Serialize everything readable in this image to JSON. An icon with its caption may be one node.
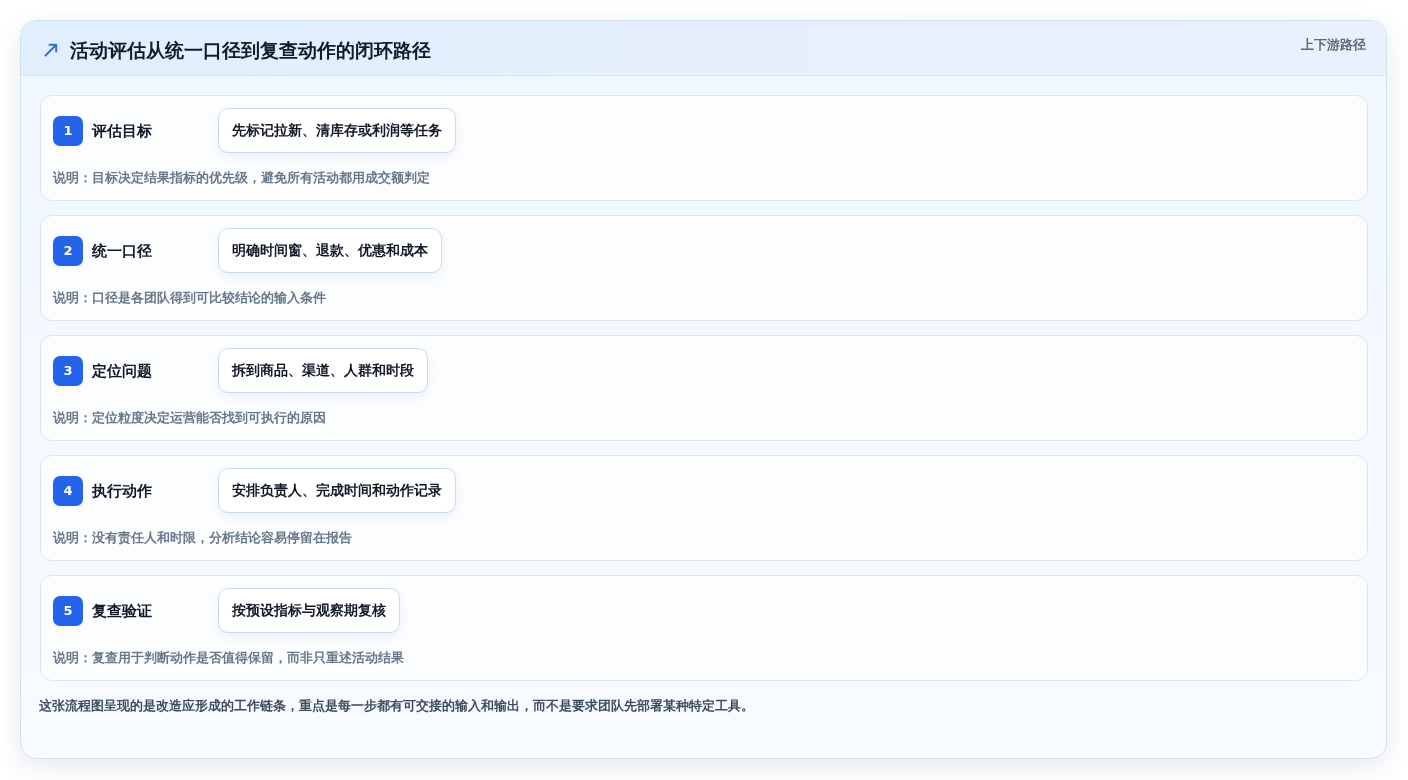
{
  "diagram": {
    "title": "活动评估从统一口径到复查动作的闭环路径",
    "nodes": [
      {
        "text": [
          "评估目标",
          "说明：目标决定结果指标的优先级，避免所有活动都用成交额判定"
        ]
      },
      {
        "text": [
          "1"
        ],
        "in": 0
      },
      {
        "text": [
          "先标记拉新、清库存或利润等任务"
        ],
        "in": 0
      },
      {
        "text": [
          "统一口径",
          "说明：口径是各团队得到可比较结论的输入条件"
        ]
      },
      {
        "text": [
          "2"
        ],
        "in": 3
      },
      {
        "text": [
          "明确时间窗、退款、优惠和成本"
        ],
        "in": 3
      },
      {
        "text": [
          "定位问题",
          "说明：定位粒度决定运营能否找到可执行的原因"
        ]
      },
      {
        "text": [
          "3"
        ],
        "in": 6
      },
      {
        "text": [
          "拆到商品、渠道、人群和时段"
        ],
        "in": 6
      },
      {
        "text": [
          "执行动作",
          "说明：没有责任人和时限，分析结论容易停留在报告"
        ]
      },
      {
        "text": [
          "4"
        ],
        "in": 9
      },
      {
        "text": [
          "安排负责人、完成时间和动作记录"
        ],
        "in": 9
      },
      {
        "text": [
          "复查验证",
          "说明：复查用于判断动作是否值得保留，而非只重述活动结果"
        ]
      },
      {
        "text": [
          "5"
        ],
        "in": 12
      },
      {
        "text": [
          "按预设指标与观察期复核"
        ],
        "in": 12
      }
    ],
    "labels": [
      "上下游路径"
    ],
    "caption": "这张流程图呈现的是改造应形成的工作链条，重点是每一步都有可交接的输入和输出，而不是要求团队先部署某种特定工具。"
  }
}
